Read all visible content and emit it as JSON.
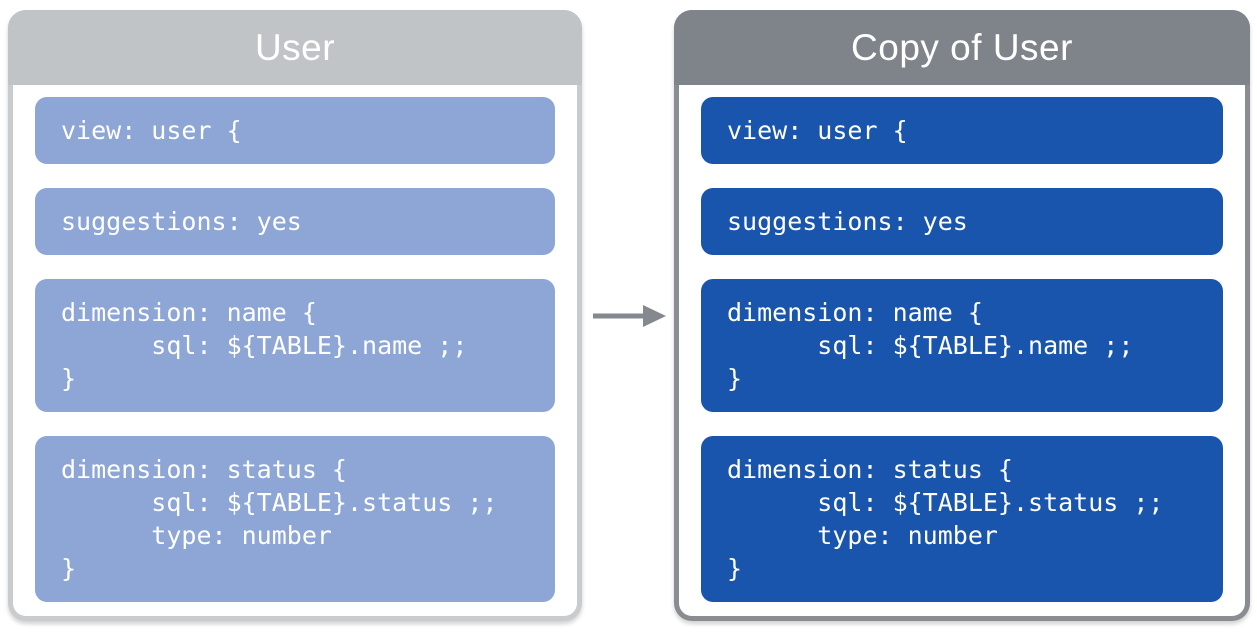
{
  "colors": {
    "left_header_bg": "#c0c4c7",
    "left_border": "#c9cccf",
    "left_block_bg": "#8da6d6",
    "right_header_bg": "#7e848a",
    "right_border": "#898d92",
    "right_block_bg": "#1a55ad",
    "arrow": "#85898f",
    "text_on_blocks": "#ffffff"
  },
  "icons": {
    "arrow": "arrow-right-icon"
  },
  "panels": {
    "left": {
      "title": "User",
      "blocks": [
        {
          "lines": [
            "view: user {"
          ]
        },
        {
          "lines": [
            "suggestions: yes"
          ]
        },
        {
          "lines": [
            "dimension: name {",
            "      sql: ${TABLE}.name ;;",
            "}"
          ]
        },
        {
          "lines": [
            "dimension: status {",
            "      sql: ${TABLE}.status ;;",
            "      type: number",
            "}"
          ]
        }
      ]
    },
    "right": {
      "title": "Copy of User",
      "blocks": [
        {
          "lines": [
            "view: user {"
          ]
        },
        {
          "lines": [
            "suggestions: yes"
          ]
        },
        {
          "lines": [
            "dimension: name {",
            "      sql: ${TABLE}.name ;;",
            "}"
          ]
        },
        {
          "lines": [
            "dimension: status {",
            "      sql: ${TABLE}.status ;;",
            "      type: number",
            "}"
          ]
        }
      ]
    }
  }
}
